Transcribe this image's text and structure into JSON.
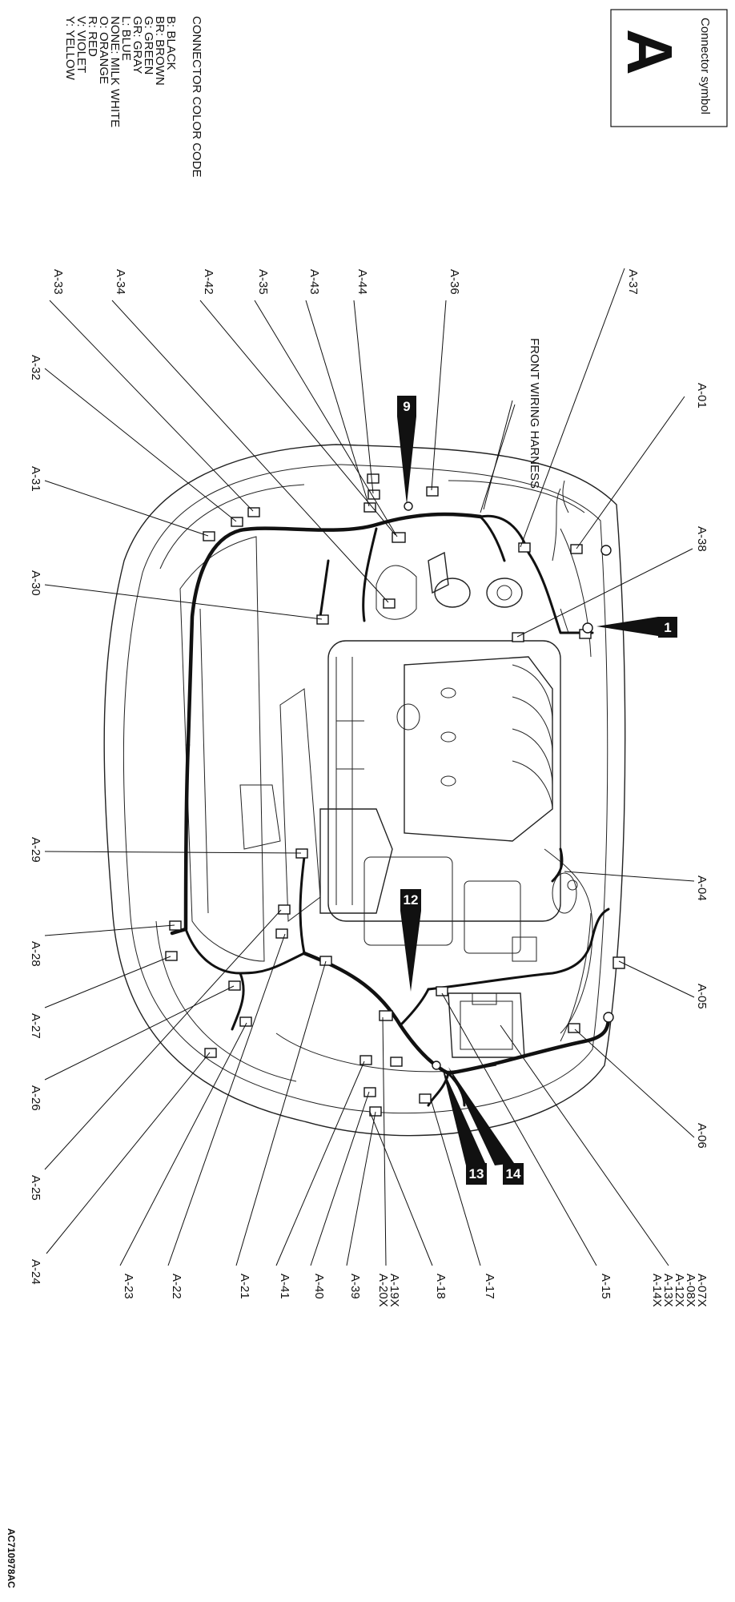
{
  "connector_symbol": {
    "title": "Connector symbol",
    "letter": "A"
  },
  "color_code": {
    "heading": "CONNECTOR COLOR CODE",
    "items": [
      "B: BLACK",
      "BR: BROWN",
      "G: GREEN",
      "GR: GRAY",
      "L: BLUE",
      "NONE: MILK WHITE",
      "O: ORANGE",
      "R: RED",
      "V: VIOLET",
      "Y: YELLOW"
    ]
  },
  "harness_label": "FRONT WIRING HARNESS",
  "figure_code": "AC710978AC",
  "callouts": [
    "1",
    "9",
    "12",
    "13",
    "14"
  ],
  "labels": {
    "a01": "A-01",
    "a04": "A-04",
    "a05": "A-05",
    "a06": "A-06",
    "a07_14": "A-07X A-08X A-12X A-13X A-14X",
    "a15": "A-15",
    "a17": "A-17",
    "a18": "A-18",
    "a19_20": "A-19X A-20X",
    "a39": "A-39",
    "a40": "A-40",
    "a41": "A-41",
    "a21": "A-21",
    "a22": "A-22",
    "a23": "A-23",
    "a24": "A-24",
    "a25": "A-25",
    "a26": "A-26",
    "a27": "A-27",
    "a28": "A-28",
    "a29": "A-29",
    "a30": "A-30",
    "a31": "A-31",
    "a32": "A-32",
    "a33": "A-33",
    "a34": "A-34",
    "a42": "A-42",
    "a35": "A-35",
    "a43": "A-43",
    "a44": "A-44",
    "a36": "A-36",
    "a37": "A-37",
    "a38": "A-38"
  }
}
